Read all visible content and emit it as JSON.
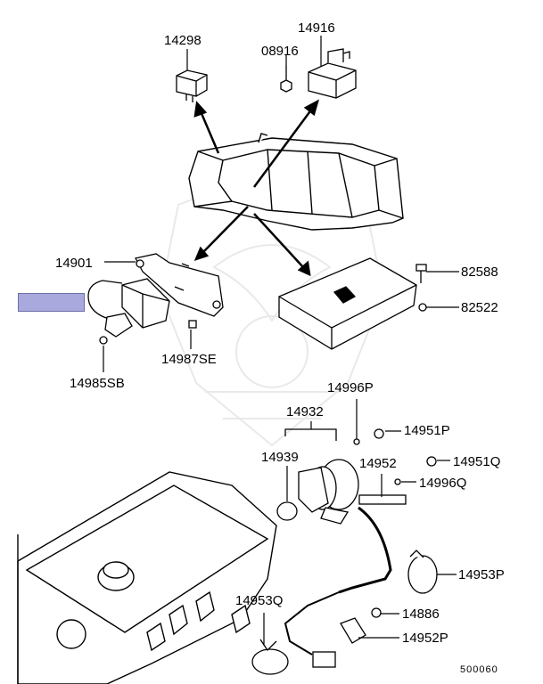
{
  "highlight": {
    "color": "#a9a9dd"
  },
  "labels": {
    "p14298": "14298",
    "p14916": "14916",
    "p08916": "08916",
    "p14901": "14901",
    "p82588": "82588",
    "p82522": "82522",
    "p14987SE": "14987SE",
    "p14985SB": "14985SB",
    "p14996P": "14996P",
    "p14932": "14932",
    "p14951P": "14951P",
    "p14939": "14939",
    "p14952": "14952",
    "p14951Q": "14951Q",
    "p14996Q": "14996Q",
    "p14953P": "14953P",
    "p14953Q": "14953Q",
    "p14886": "14886",
    "p14952P": "14952P",
    "diagram_code": "500060"
  }
}
